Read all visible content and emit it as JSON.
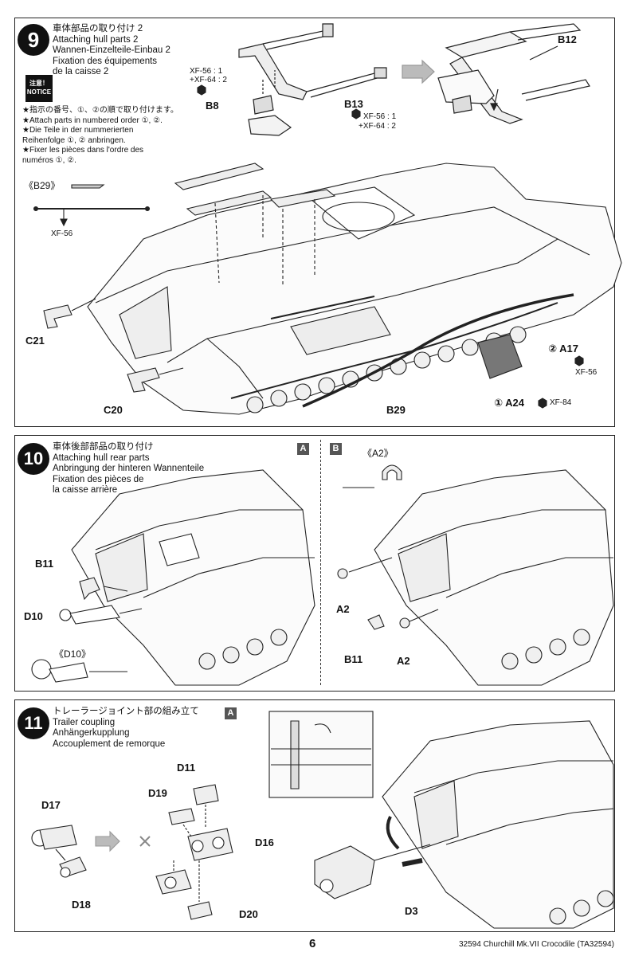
{
  "step9": {
    "number": "9",
    "title_jp": "車体部品の取り付け 2",
    "title_en": "Attaching hull parts 2",
    "title_de": "Wannen-Einzelteile-Einbau 2",
    "title_fr1": "Fixation des équipements",
    "title_fr2": "de la caisse 2",
    "notice_jp": "注意！",
    "notice_en": "NOTICE",
    "notes": [
      "★指示の番号、①、②の順で取り付けます。",
      "★Attach parts in numbered order ①, ②.",
      "★Die Teile in der nummerierten",
      "Reihenfolge ①, ② anbringen.",
      "★Fixer les pièces dans l'ordre des",
      "numéros ①, ②."
    ],
    "paint_b8_1": "XF-56 : 1",
    "paint_b8_2": "+XF-64 : 2",
    "paint_b13_1": "XF-56 : 1",
    "paint_b13_2": "+XF-64 : 2",
    "b29_detail": "《B29》",
    "b29_paint": "XF-56",
    "a17_paint": "XF-56",
    "a24_paint": "XF-84",
    "labels": {
      "b8": "B8",
      "b13": "B13",
      "b12": "B12",
      "c21": "C21",
      "c20": "C20",
      "b29": "B29",
      "a17": "② A17",
      "a24": "① A24"
    }
  },
  "step10": {
    "number": "10",
    "title_jp": "車体後部部品の取り付け",
    "title_en": "Attaching hull rear parts",
    "title_de": "Anbringung der hinteren Wannenteile",
    "title_fr1": "Fixation des pièces de",
    "title_fr2": "la caisse arrière",
    "tag_a": "A",
    "tag_b": "B",
    "d10_detail": "《D10》",
    "a2_detail": "《A2》",
    "labels": {
      "b11": "B11",
      "d10": "D10",
      "a2_top": "A2",
      "b11_b": "B11",
      "a2_bottom": "A2"
    }
  },
  "step11": {
    "number": "11",
    "title_jp": "トレーラージョイント部の組み立て",
    "title_en": "Trailer coupling",
    "title_de": "Anhängerkupplung",
    "title_fr": "Accouplement de remorque",
    "tag_a": "A",
    "labels": {
      "d17": "D17",
      "d18": "D18",
      "d11": "D11",
      "d19": "D19",
      "d16": "D16",
      "d20": "D20",
      "d3": "D3"
    }
  },
  "footer": {
    "page": "6",
    "text": "32594  Churchill Mk.VII Crocodile (TA32594)"
  }
}
